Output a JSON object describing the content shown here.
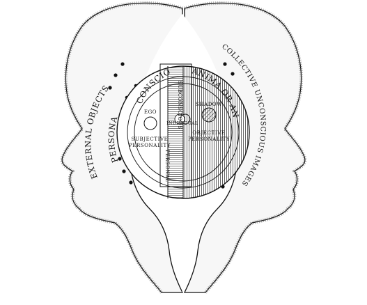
{
  "labels": {
    "external_objects": "EXTERNAL   OBJECTS",
    "persona": "PERSONA",
    "conscious": "CONSCIOUS",
    "ego": "EGO",
    "subjective": "SUBJECTIVE",
    "personality_left": "PERSONALITY",
    "subconscious": "SUBCONSCIOUS",
    "personal": "PERSONAL",
    "individual": "INDIVIDUAL",
    "shadow": "SHADOW",
    "objective": "OBJECTIVE",
    "personality_right": "PERSONALITY",
    "anima_animus": "ANIMA OR ANIMUS",
    "collective": "COLLECTIVE UNCONSCIOUS IMAGES"
  },
  "colors": {
    "ink": "#111111",
    "paper": "#ffffff"
  }
}
